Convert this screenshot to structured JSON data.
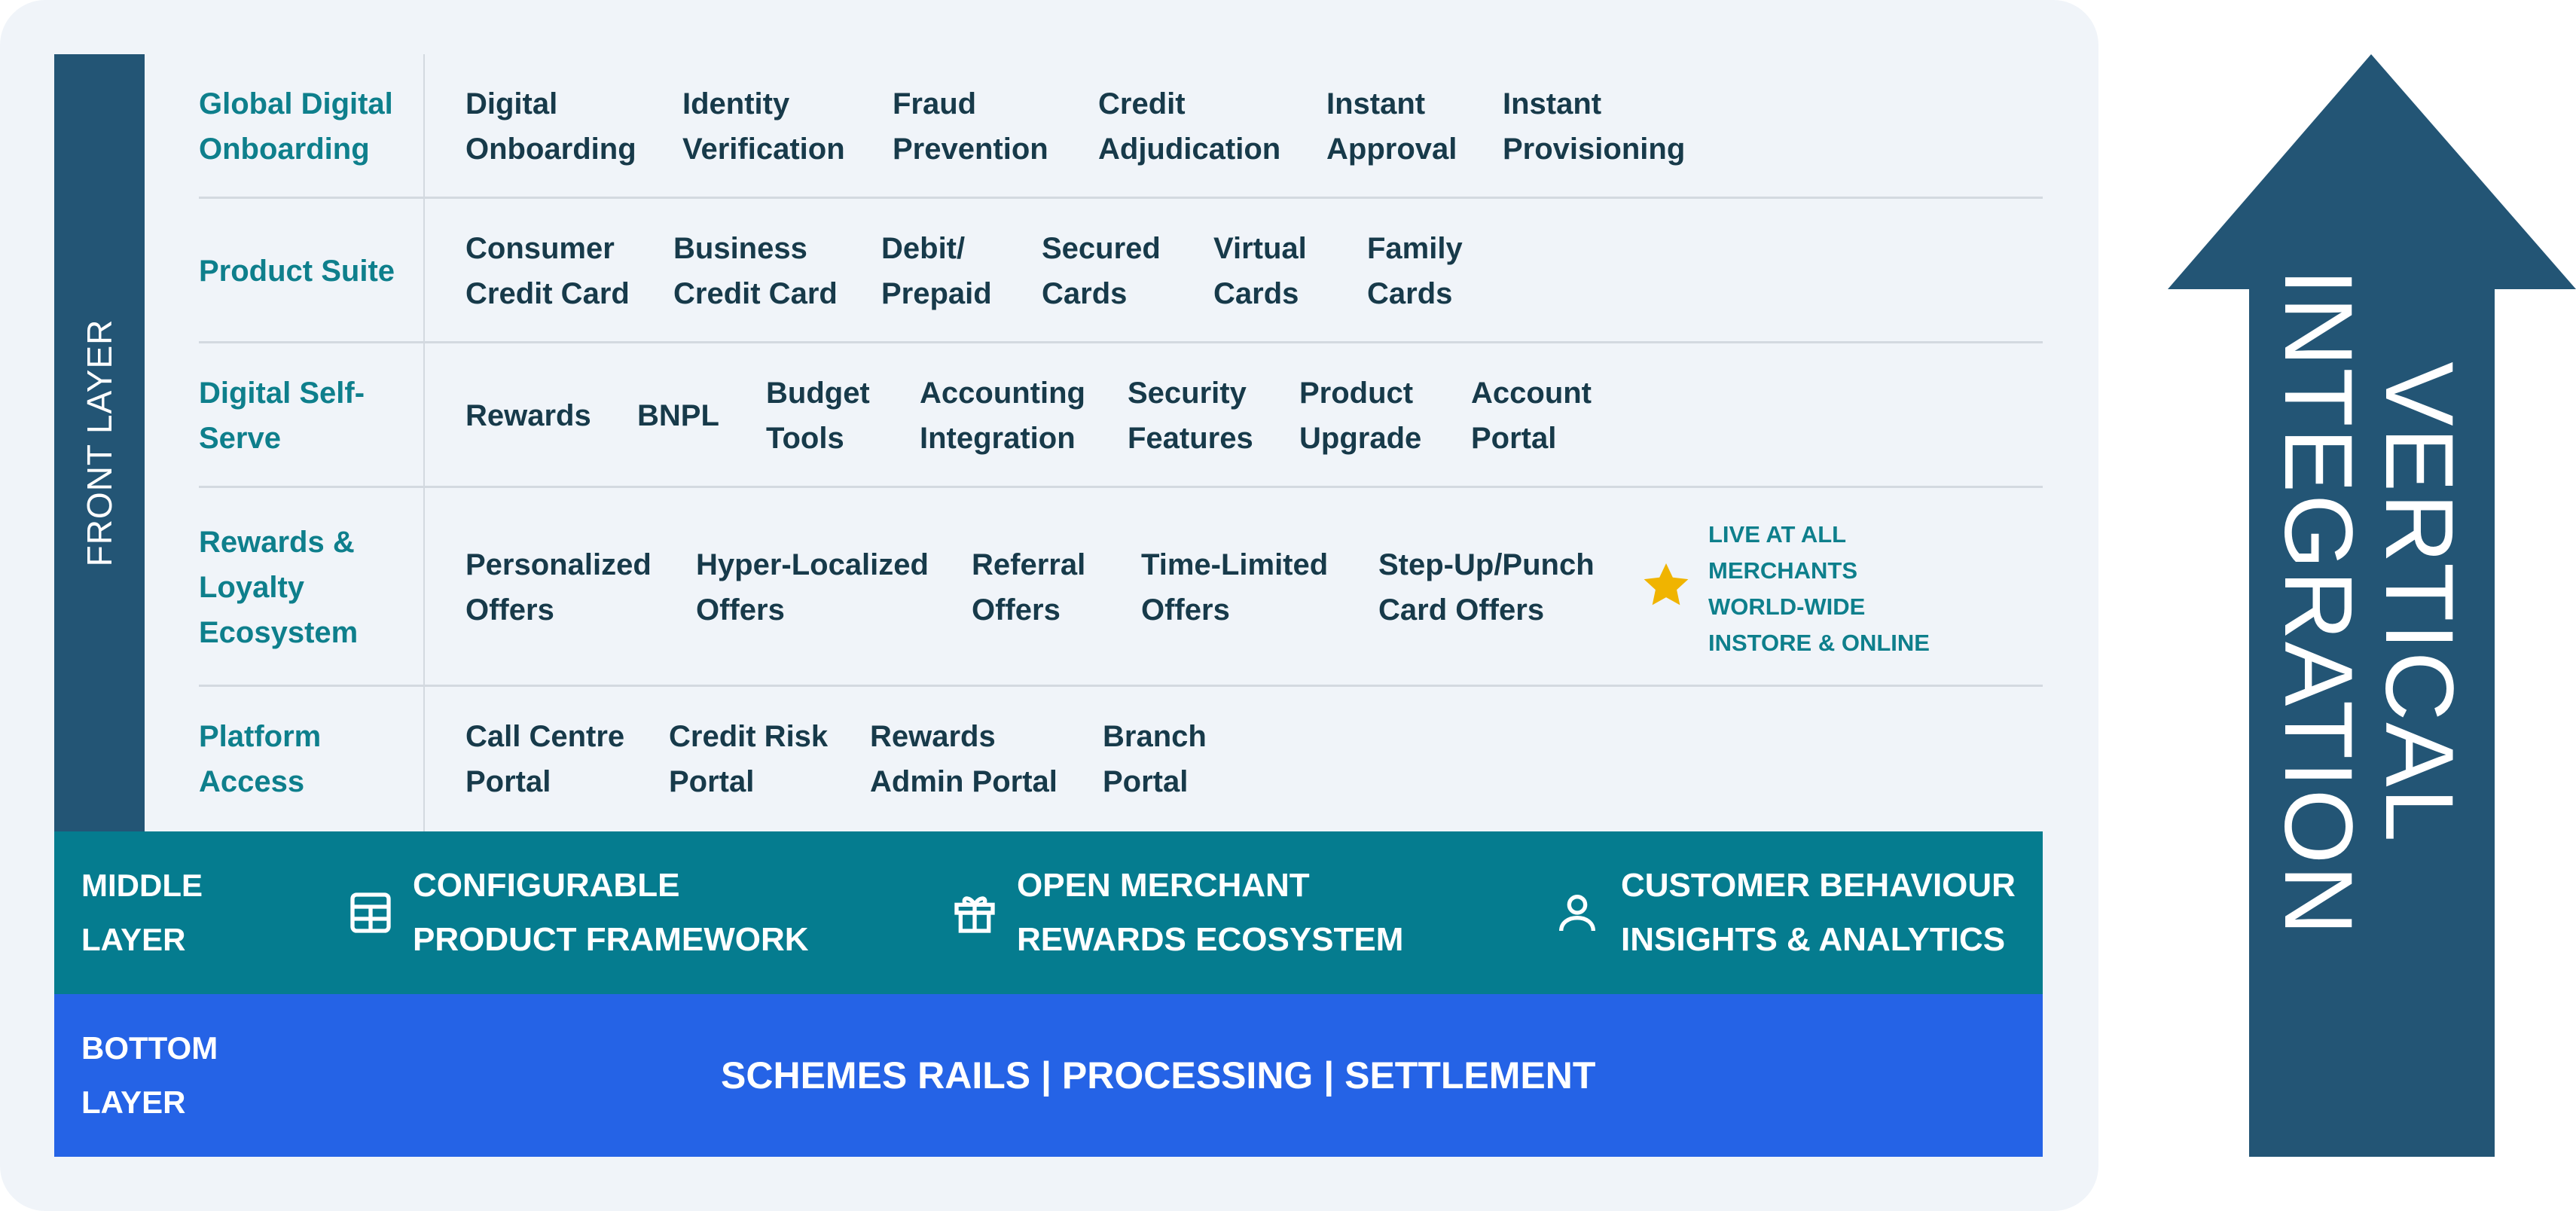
{
  "front_layer": {
    "label": "FRONT LAYER"
  },
  "rows": [
    {
      "category": "Global Digital Onboarding",
      "items": [
        "Digital\nOnboarding",
        "Identity\nVerification",
        "Fraud\nPrevention",
        "Credit\nAdjudication",
        "Instant\nApproval",
        "Instant\nProvisioning"
      ]
    },
    {
      "category": "Product Suite",
      "items": [
        "Consumer\nCredit Card",
        "Business\nCredit Card",
        "Debit/\nPrepaid",
        "Secured\nCards",
        "Virtual\nCards",
        "Family\nCards"
      ]
    },
    {
      "category": "Digital Self-Serve",
      "items": [
        "Rewards",
        "BNPL",
        "Budget\nTools",
        "Accounting\nIntegration",
        "Security\nFeatures",
        "Product\nUpgrade",
        "Account\nPortal"
      ]
    },
    {
      "category": "Rewards & Loyalty Ecosystem",
      "items": [
        "Personalized\nOffers",
        "Hyper-Localized\nOffers",
        "Referral\nOffers",
        "Time-Limited\nOffers",
        "Step-Up/Punch\nCard Offers"
      ]
    },
    {
      "category": "Platform Access",
      "items": [
        "Call Centre\nPortal",
        "Credit Risk\nPortal",
        "Rewards\nAdmin Portal",
        "Branch\nPortal"
      ]
    }
  ],
  "live_callout": {
    "icon": "star-icon",
    "color": "#f0b400",
    "text": "LIVE AT ALL MERCHANTS WORLD-WIDE INSTORE & ONLINE"
  },
  "middle_layer": {
    "label": "MIDDLE\nLAYER",
    "items": [
      {
        "icon": "grid-table-icon",
        "text": "CONFIGURABLE\nPRODUCT FRAMEWORK"
      },
      {
        "icon": "gift-icon",
        "text": "OPEN MERCHANT\nREWARDS ECOSYSTEM"
      },
      {
        "icon": "user-icon",
        "text": "CUSTOMER BEHAVIOUR\nINSIGHTS & ANALYTICS"
      }
    ]
  },
  "bottom_layer": {
    "label": "BOTTOM\nLAYER",
    "center_text": "SCHEMES RAILS | PROCESSING | SETTLEMENT"
  },
  "vertical_integration": {
    "label": "VERTICAL\nINTEGRATION"
  },
  "colors": {
    "front_bar": "#235575",
    "category_text": "#0e7f8c",
    "middle_band": "#057c8f",
    "bottom_band": "#2563e6",
    "arrow": "#235575"
  }
}
